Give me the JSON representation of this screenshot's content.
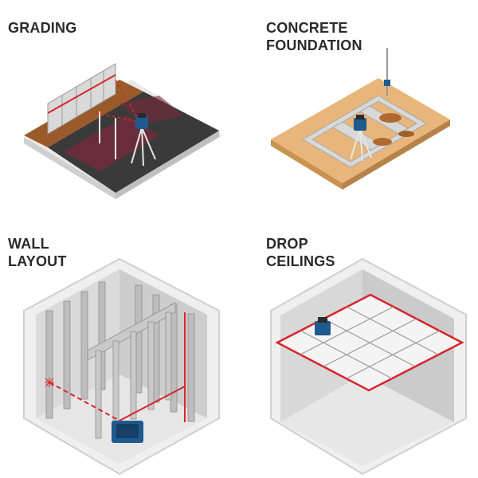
{
  "panels": [
    {
      "title_lines": [
        "GRADING"
      ]
    },
    {
      "title_lines": [
        "CONCRETE",
        "FOUNDATION"
      ]
    },
    {
      "title_lines": [
        "WALL",
        "LAYOUT"
      ]
    },
    {
      "title_lines": [
        "DROP",
        "CEILINGS"
      ]
    }
  ],
  "colors": {
    "laser_red": "#d7262c",
    "laser_device_blue": "#1f5a8f",
    "dirt_brown": "#9a5a2a",
    "dark_ground": "#3a3a3a",
    "grade_red_tint": "#7a2a3a",
    "sand": "#e8b57a",
    "concrete_gray": "#d2d2d2",
    "metal_stud": "#bdbdbd"
  },
  "icons": [
    "rotary-laser-level-icon",
    "tripod-icon",
    "grade-rod-icon"
  ]
}
